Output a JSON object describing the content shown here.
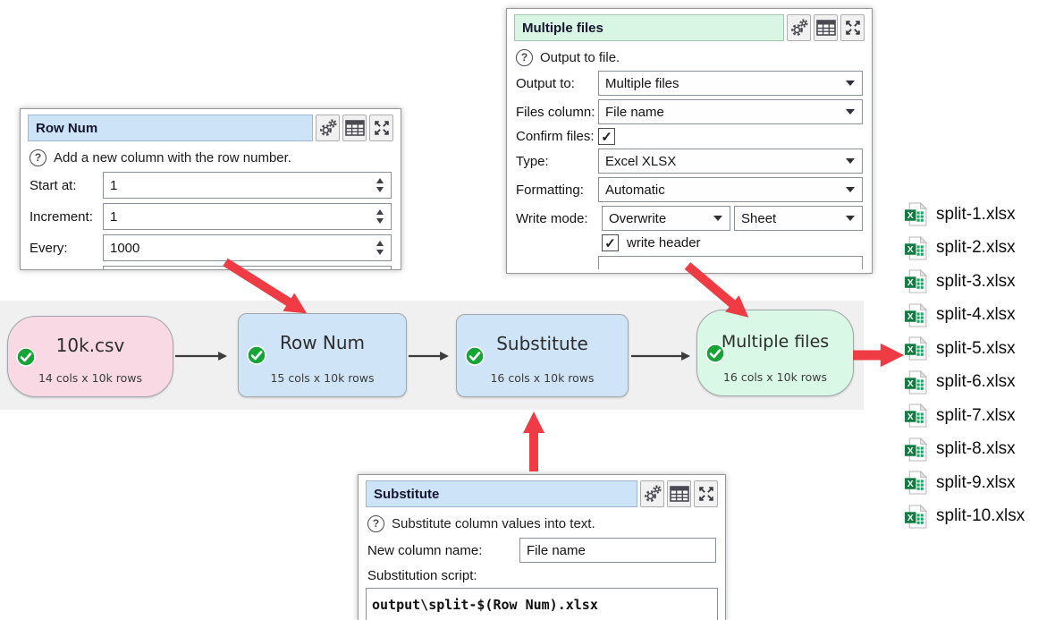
{
  "row_num_panel": {
    "title": "Row Num",
    "help_text": "Add a new column with the row number.",
    "fields": [
      {
        "label": "Start at:",
        "value": "1"
      },
      {
        "label": "Increment:",
        "value": "1"
      },
      {
        "label": "Every:",
        "value": "1000"
      }
    ]
  },
  "multiple_files_panel": {
    "title": "Multiple files",
    "help_text": "Output to file.",
    "output_to": {
      "label": "Output to:",
      "value": "Multiple files"
    },
    "files_column": {
      "label": "Files column:",
      "value": "File name"
    },
    "confirm_files": {
      "label": "Confirm files:",
      "checked": "✓"
    },
    "type": {
      "label": "Type:",
      "value": "Excel XLSX"
    },
    "formatting": {
      "label": "Formatting:",
      "value": "Automatic"
    },
    "write_mode": {
      "label": "Write mode:",
      "value": "Overwrite",
      "value2": "Sheet"
    },
    "write_header": {
      "label": "write header",
      "checked": "✓"
    }
  },
  "substitute_panel": {
    "title": "Substitute",
    "help_text": "Substitute column values into text.",
    "new_column": {
      "label": "New column name:",
      "value": "File name"
    },
    "script_label": "Substitution script:",
    "script_value": "output\\split-$(Row Num).xlsx"
  },
  "flow": {
    "nodes": [
      {
        "title": "10k.csv",
        "subtitle": "14 cols x 10k rows",
        "status": "ok"
      },
      {
        "title": "Row Num",
        "subtitle": "15 cols x 10k rows",
        "status": "ok"
      },
      {
        "title": "Substitute",
        "subtitle": "16 cols x 10k rows",
        "status": "ok"
      },
      {
        "title": "Multiple files",
        "subtitle": "16 cols x 10k rows",
        "status": "ok"
      }
    ]
  },
  "output_files": [
    "split-1.xlsx",
    "split-2.xlsx",
    "split-3.xlsx",
    "split-4.xlsx",
    "split-5.xlsx",
    "split-6.xlsx",
    "split-7.xlsx",
    "split-8.xlsx",
    "split-9.xlsx",
    "split-10.xlsx"
  ],
  "icons": {
    "help_glyph": "?",
    "excel_letter": "X",
    "panel_buttons": [
      "gear-icon",
      "table-icon",
      "expand-icon"
    ],
    "node_status": "check-circle-icon",
    "file_icon": "excel-file-icon",
    "dropdown_caret": "chevron-down-icon",
    "spinner": "up-down-arrows-icon"
  },
  "colors": {
    "node_pink": "#f9d9e3",
    "node_blue": "#cfe4f7",
    "node_green": "#d9f8e6",
    "titlebar_blue": "#cde3f7",
    "titlebar_green": "#d9f6e4",
    "canvas_band": "#f0f0f1",
    "arrow_red": "#ee3b44",
    "connector_dark": "#3c3c3c",
    "status_green": "#17a437",
    "excel_green": "#107c41"
  }
}
